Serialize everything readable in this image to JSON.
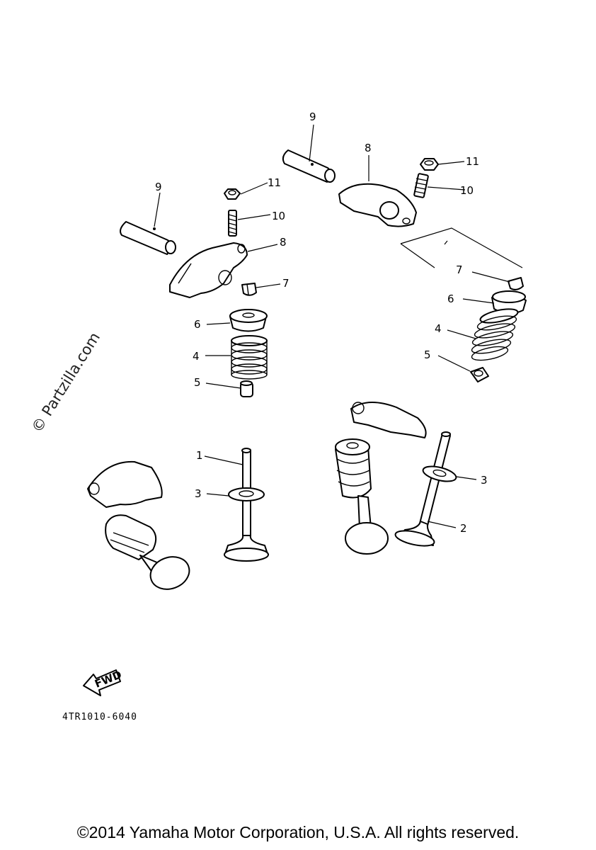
{
  "watermark": "© Partzilla.com",
  "drawing_code": "4TR1010-6040",
  "fwd_label": "FWD",
  "copyright": "©2014 Yamaha Motor Corporation, U.S.A. All rights reserved.",
  "callouts": {
    "p1": "1",
    "p2": "2",
    "p3a": "3",
    "p3b": "3",
    "p4a": "4",
    "p4b": "4",
    "p5a": "5",
    "p5b": "5",
    "p6a": "6",
    "p6b": "6",
    "p7a": "7",
    "p7b": "7",
    "p8a": "8",
    "p8b": "8",
    "p9a": "9",
    "p9b": "9",
    "p10a": "10",
    "p10b": "10",
    "p11a": "11",
    "p11b": "11"
  }
}
